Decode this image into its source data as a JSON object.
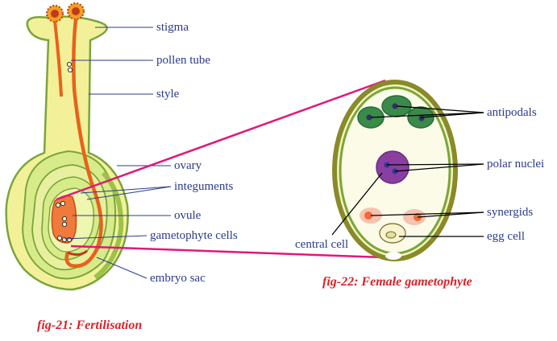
{
  "fig21": {
    "caption": "fig-21: Fertilisation",
    "labels": {
      "stigma": "stigma",
      "pollen_tube": "pollen tube",
      "style": "style",
      "ovary": "ovary",
      "integuments": "integuments",
      "ovule": "ovule",
      "gametophyte_cells": "gametophyte cells",
      "embryo_sac": "embryo sac"
    }
  },
  "fig22": {
    "caption": "fig-22: Female gametophyte",
    "labels": {
      "antipodals": "antipodals",
      "polar_nuclei": "polar nuclei",
      "synergids": "synergids",
      "egg_cell": "egg cell",
      "central_cell": "central cell"
    }
  },
  "colors": {
    "label_text": "#2b3a8c",
    "caption_text": "#d8232a",
    "connector": "#e0187a",
    "pistil_fill": "#f2f19a",
    "pistil_outline": "#7aa53a",
    "pollen_tube": "#e8621c",
    "antipodal_green": "#3a8a4a",
    "polar_purple": "#8a3fa0"
  }
}
